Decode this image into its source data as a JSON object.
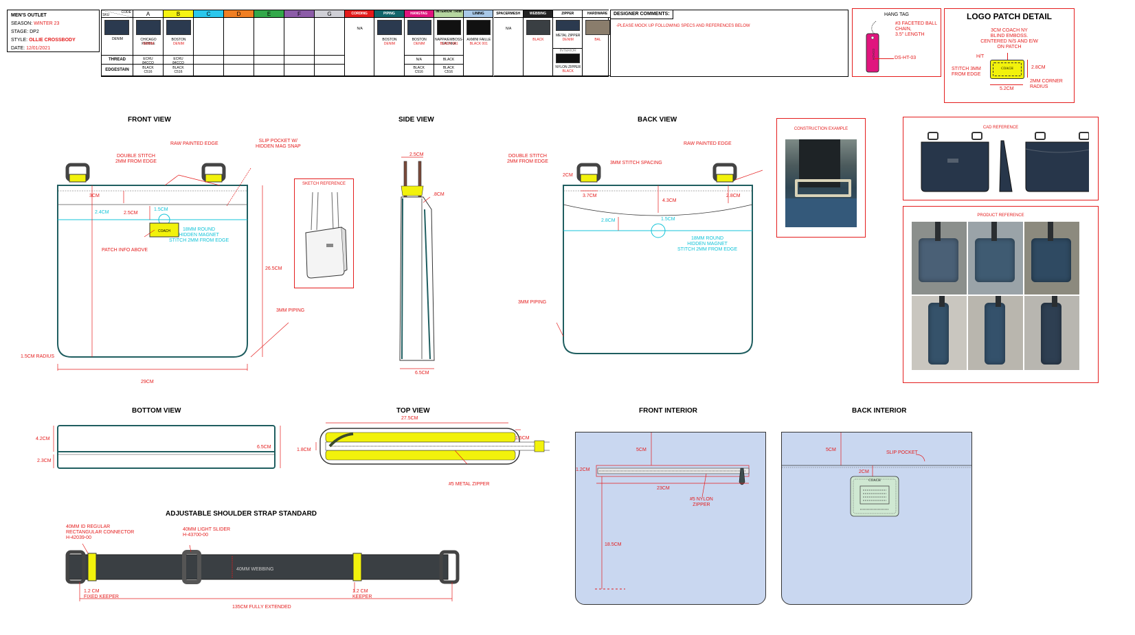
{
  "info": {
    "header": "MEN'S OUTLET",
    "season_label": "SEASON:",
    "season": "WINTER 23",
    "stage_label": "STAGE:",
    "stage": "DP2",
    "style_label": "STYLE:",
    "style": "OLLIE CROSSBODY",
    "date_label": "DATE:",
    "date": "12/01/2021"
  },
  "colors": {
    "red": "#e41b1b",
    "cyan": "#10c3d8",
    "denim": "#2b3a4f",
    "yellow": "#f2f20c",
    "lining_blue": "#c9d7f0",
    "interior_green": "#cfe8d2"
  },
  "color_table": {
    "corner_code": "CODE",
    "corner_sku": "SKU",
    "columns": [
      {
        "label": "A",
        "color": "#ffffff"
      },
      {
        "label": "B",
        "color": "#f6f312"
      },
      {
        "label": "C",
        "color": "#2bc7ec"
      },
      {
        "label": "D",
        "color": "#f07f23"
      },
      {
        "label": "E",
        "color": "#33a84a"
      },
      {
        "label": "F",
        "color": "#8c5ca8"
      },
      {
        "label": "G",
        "color": "#cfcfd6"
      }
    ],
    "row_labels": {
      "thread": "THREAD",
      "edgestain": "EDGESTAIN"
    },
    "sku_swatch_label": "DENIM",
    "a_swatch_top": "CHICAGO PEBBLE",
    "a_swatch_bottom": "DENIM",
    "b_swatch_top": "BOSTON",
    "b_swatch_bottom": "DENIM",
    "a_thread": "ECRU\n84CCQ",
    "b_thread": "ECRU\n84CCQ",
    "a_edgestain": "BLACK\nC516",
    "b_edgestain": "BLACK\nC516"
  },
  "material_table": {
    "columns": [
      {
        "label": "CORDING",
        "color": "#e41b1b",
        "top": "N/A",
        "top_color": "",
        "bottom": "",
        "thread": "",
        "edgestain": ""
      },
      {
        "label": "PIPING",
        "color": "#12666b",
        "top": "BOSTON",
        "bottom": "DENIM",
        "thread": "",
        "edgestain": ""
      },
      {
        "label": "HANGTAG",
        "color": "#e0157e",
        "top": "BOSTON",
        "bottom": "DENIM",
        "thread": "N/A",
        "edgestain": "BLACK\nC516"
      },
      {
        "label": "INTERIOR TRIM",
        "color": "#b6d6a0",
        "top": "NAPPA/EMBOSS-SKUNKA",
        "bottom": "BLACK 001",
        "thread": "BLACK",
        "edgestain": "BLACK\nC516"
      },
      {
        "label": "LINING",
        "color": "#a8c8e8",
        "top": "AXMINI FAILLE",
        "bottom": "BLACK 001",
        "thread": "",
        "edgestain": ""
      },
      {
        "label": "SPACERMESH",
        "color": "#ffffff",
        "top": "N/A",
        "bottom": "",
        "thread": "",
        "edgestain": ""
      },
      {
        "label": "WEBBING",
        "color": "#222222",
        "top": "",
        "bottom": "BLACK",
        "thread": "",
        "edgestain": ""
      },
      {
        "label": "ZIPPER",
        "color": "#ffffff",
        "top": "METAL ZIPPER",
        "bottom": "DENIM",
        "sub_label": "INTERIOR",
        "sub_top": "NYLON ZIPPER",
        "sub_bottom": "BLACK"
      },
      {
        "label": "HARDWARE",
        "color": "#ffffff",
        "top": "",
        "bottom": "BAL",
        "thread": "",
        "edgestain": ""
      }
    ]
  },
  "designer_comments": {
    "label": "DESIGNER COMMENTS:",
    "text": "-PLEASE MOCK UP FOLLOWING SPECS AND REFERENCES BELOW"
  },
  "hang_tag": {
    "title": "HANG TAG",
    "spec": "#3 FACETED BALL\nCHAIN,\n3.5\" LENGTH",
    "code": "DS-HT-03",
    "tag_text": "COACH"
  },
  "logo_patch": {
    "title": "LOGO PATCH DETAIL",
    "desc": "3CM COACH NY\nBLIND EMBOSS.\nCENTERED N/S AND E/W\nON PATCH",
    "ht": "H/T",
    "stitch": "STITCH 3MM\nFROM EDGE",
    "height": "2.8CM",
    "radius": "2MM CORNER\nRADIUS",
    "width": "5.2CM",
    "patch_text": "COACH"
  },
  "front_view": {
    "title": "FRONT VIEW",
    "raw_edge": "RAW PAINTED EDGE",
    "slip_pocket": "SLIP POCKET W/\nHIDDEN MAG SNAP",
    "double_stitch": "DOUBLE STITCH\n2MM FROM EDGE",
    "d3cm": "3CM",
    "d24": "2.4CM",
    "d25": "2.5CM",
    "d15": "1.5CM",
    "magnet": "18MM ROUND\nHIDDEN MAGNET\nSTITCH 2MM FROM EDGE",
    "patch_info": "PATCH INFO ABOVE",
    "height": "26.5CM",
    "piping": "3MM PIPING",
    "radius": "1.5CM RADIUS",
    "width": "29CM"
  },
  "sketch_reference": {
    "title": "SKETCH REFERENCE"
  },
  "side_view": {
    "title": "SIDE VIEW",
    "top": "2.5CM",
    "d8": ".8CM",
    "bottom": "6.5CM"
  },
  "back_view": {
    "title": "BACK VIEW",
    "double_stitch": "DOUBLE STITCH\n2MM FROM EDGE",
    "raw_edge": "RAW PAINTED EDGE",
    "stitch_spacing": "3MM STITCH SPACING",
    "d2": "2CM",
    "d37": "3.7CM",
    "d43": "4.3CM",
    "d28": "2.8CM",
    "d28b": "2.8CM",
    "d15": "1.5CM",
    "magnet": "18MM ROUND\nHIDDEN MAGNET\nSTITCH 2MM FROM EDGE",
    "piping": "3MM PIPING"
  },
  "construction": {
    "title": "CONSTRUCTION EXAMPLE"
  },
  "cad_reference": {
    "title": "CAD REFERENCE"
  },
  "product_reference": {
    "title": "PRODUCT REFERENCE"
  },
  "bottom_view": {
    "title": "BOTTOM VIEW",
    "d42": "4.2CM",
    "d23": "2.3CM",
    "d65": "6.5CM"
  },
  "top_view": {
    "title": "TOP VIEW",
    "width": "27.5CM",
    "d15": "1.5CM",
    "d18": "1.8CM",
    "zipper": "#5 METAL ZIPPER"
  },
  "front_interior": {
    "title": "FRONT INTERIOR",
    "d5": "5CM",
    "d12": "1.2CM",
    "d23": "23CM",
    "zipper": "#5 NYLON\nZIPPER",
    "d185": "18.5CM"
  },
  "back_interior": {
    "title": "BACK INTERIOR",
    "d5": "5CM",
    "slip": "SLIP POCKET",
    "d2": "2CM",
    "patch_text": "COACH"
  },
  "strap": {
    "title": "ADJUSTABLE SHOULDER STRAP STANDARD",
    "connector": "40MM ID REGULAR\nRECTANGULAR CONNECTOR\nH-42039-00",
    "slider": "40MM LIGHT SLIDER\nH-43700-00",
    "webbing": "40MM WEBBING",
    "fixed_keeper": "1.2 CM\nFIXED KEEPER",
    "keeper": "1.2 CM\nKEEPER",
    "length": "135CM FULLY EXTENDED"
  }
}
